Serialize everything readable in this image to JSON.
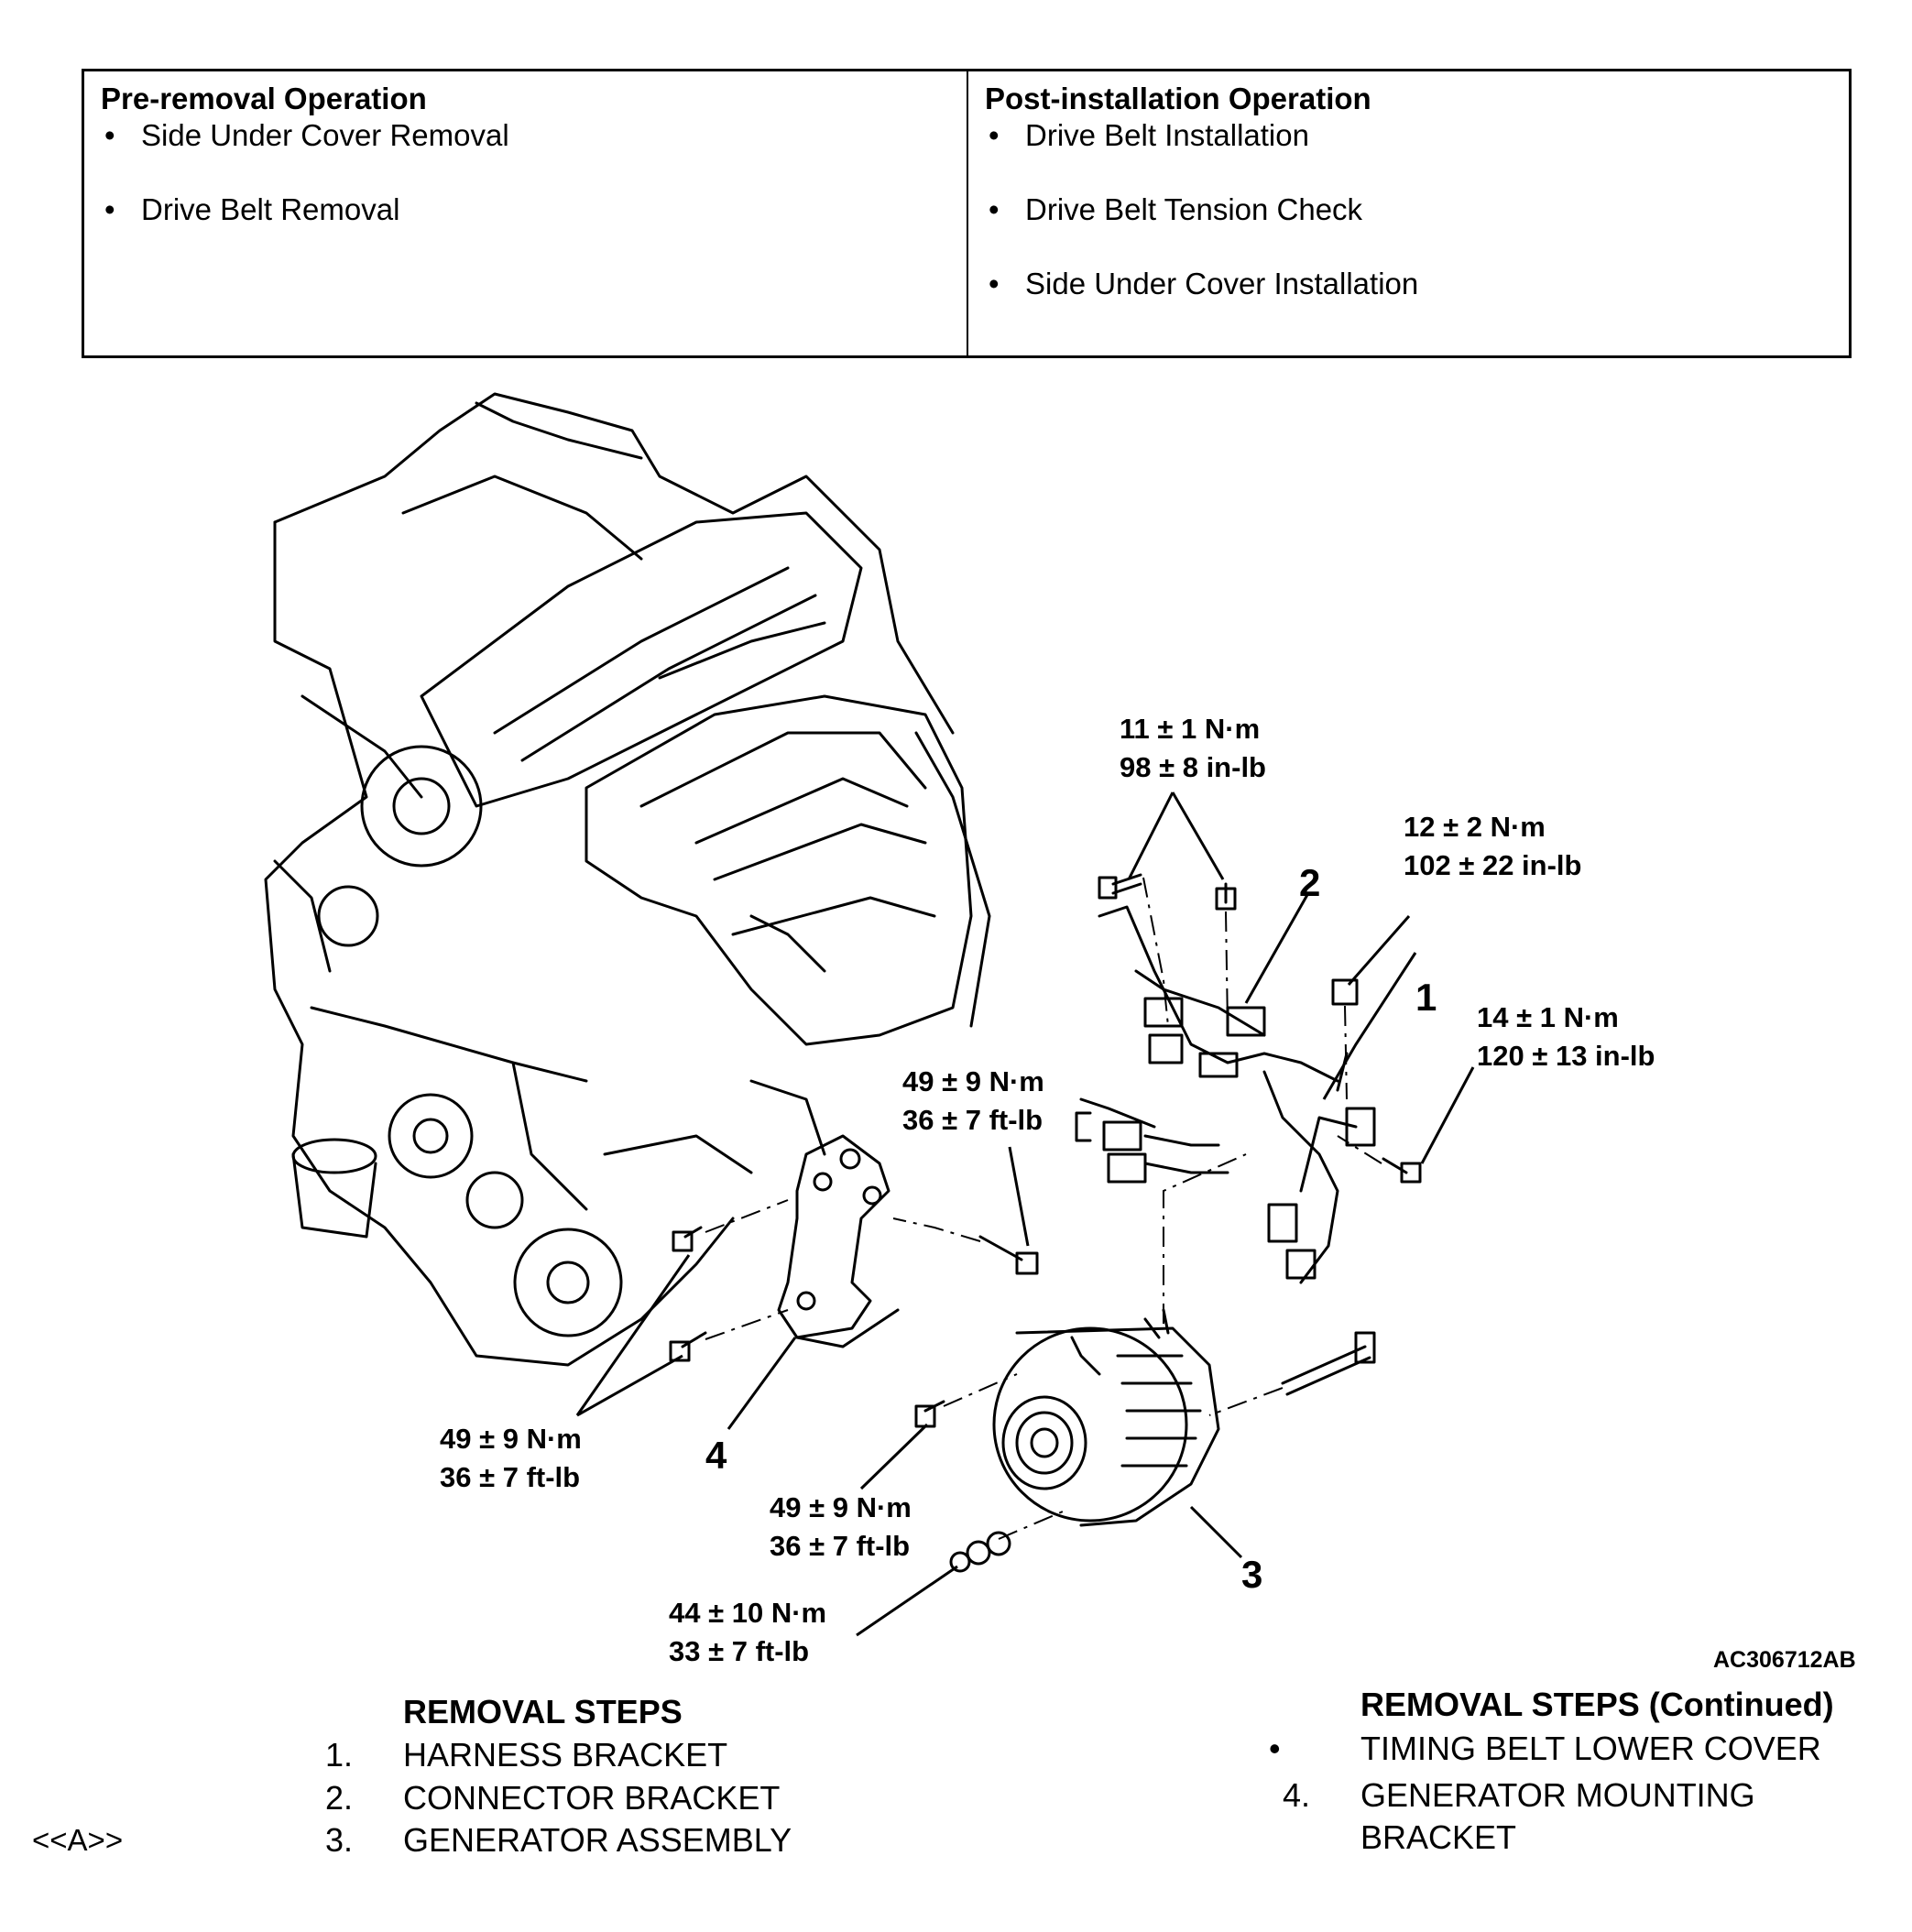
{
  "operations": {
    "pre": {
      "title": "Pre-removal Operation",
      "items": [
        "Side Under Cover Removal",
        "Drive Belt Removal"
      ]
    },
    "post": {
      "title": "Post-installation Operation",
      "items": [
        "Drive Belt Installation",
        "Drive Belt Tension Check",
        "Side Under Cover Installation"
      ]
    }
  },
  "diagram": {
    "figure_code": "AC306712AB",
    "torques": {
      "connector_bracket_bolts": {
        "nm": "11 ± 1 N·m",
        "imperial": "98 ± 8 in-lb"
      },
      "harness_nut": {
        "nm": "12 ± 2 N·m",
        "imperial": "102 ± 22 in-lb"
      },
      "harness_bracket_bolt": {
        "nm": "14 ± 1 N·m",
        "imperial": "120 ± 13 in-lb"
      },
      "mount_bracket_upper_bolt": {
        "nm": "49 ± 9 N·m",
        "imperial": "36 ± 7 ft-lb"
      },
      "mount_bracket_lower_bolts": {
        "nm": "49 ± 9 N·m",
        "imperial": "36 ± 7 ft-lb"
      },
      "generator_bolt": {
        "nm": "49 ± 9 N·m",
        "imperial": "36 ± 7 ft-lb"
      },
      "generator_nut": {
        "nm": "44 ± 10 N·m",
        "imperial": "33 ± 7 ft-lb"
      }
    },
    "callouts": [
      "1",
      "2",
      "3",
      "4"
    ]
  },
  "steps": {
    "left": {
      "title": "REMOVAL STEPS",
      "items": [
        {
          "num": "1.",
          "text": "HARNESS BRACKET",
          "ref": ""
        },
        {
          "num": "2.",
          "text": "CONNECTOR BRACKET",
          "ref": ""
        },
        {
          "num": "3.",
          "text": "GENERATOR ASSEMBLY",
          "ref": "<<A>>"
        }
      ]
    },
    "right": {
      "title": "REMOVAL STEPS (Continued)",
      "items": [
        {
          "num": "•",
          "text": "TIMING BELT LOWER COVER"
        },
        {
          "num": "4.",
          "text": "GENERATOR MOUNTING",
          "text2": "BRACKET"
        }
      ]
    }
  }
}
